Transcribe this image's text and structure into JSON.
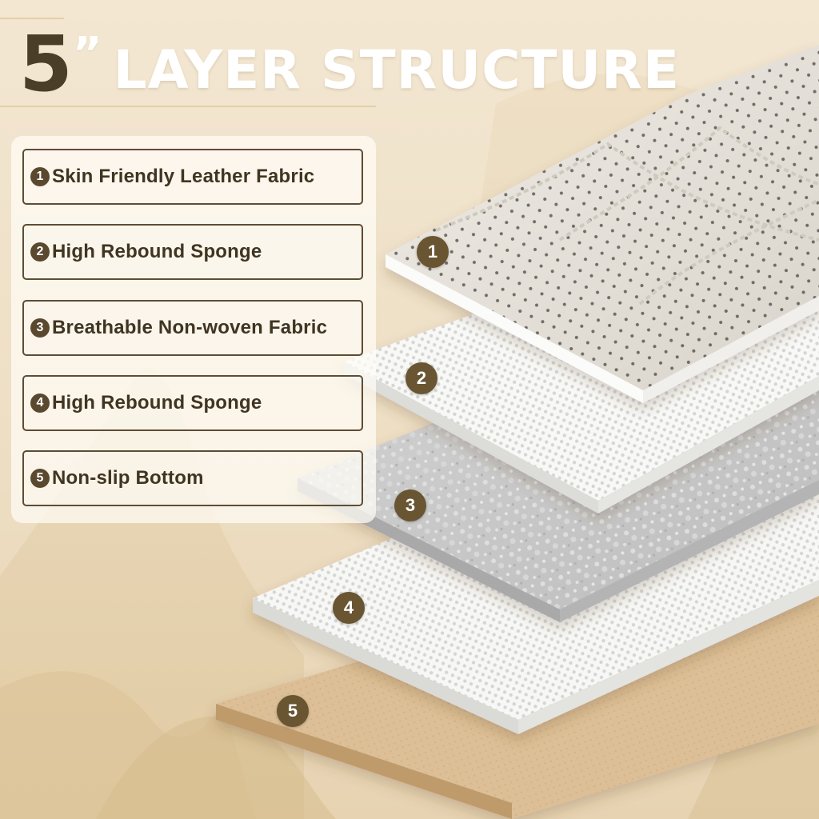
{
  "title": {
    "number": "5",
    "quote": "”",
    "text": "LAYER STRUCTURE"
  },
  "legend": [
    {
      "num": "1",
      "label": "Skin Friendly Leather Fabric"
    },
    {
      "num": "2",
      "label": "High Rebound Sponge"
    },
    {
      "num": "3",
      "label": "Breathable Non-woven Fabric"
    },
    {
      "num": "4",
      "label": "High Rebound Sponge"
    },
    {
      "num": "5",
      "label": "Non-slip Bottom"
    }
  ],
  "layers": [
    {
      "num": "1",
      "material": "leather"
    },
    {
      "num": "2",
      "material": "sponge"
    },
    {
      "num": "3",
      "material": "non-woven"
    },
    {
      "num": "4",
      "material": "sponge"
    },
    {
      "num": "5",
      "material": "non-slip"
    }
  ],
  "colors": {
    "background": "#efe2cc",
    "accent_dark": "#4a3e28",
    "badge": "#6a5532",
    "leather": "#e6e2da",
    "sponge": "#f7f7f5",
    "non_woven": "#c9c9c9",
    "non_slip": "#dcbf96"
  }
}
